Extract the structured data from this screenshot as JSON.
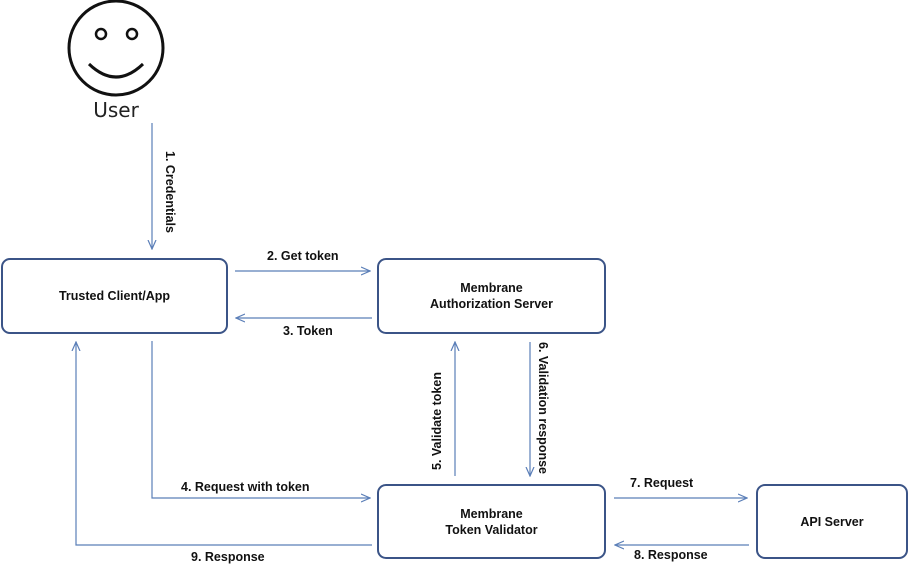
{
  "actor": {
    "label": "User"
  },
  "nodes": {
    "client": {
      "line1": "Trusted Client/App"
    },
    "auth_server": {
      "line1": "Membrane",
      "line2": "Authorization Server"
    },
    "token_validator": {
      "line1": "Membrane",
      "line2": "Token Validator"
    },
    "api_server": {
      "line1": "API Server"
    }
  },
  "edges": {
    "e1": "1. Credentials",
    "e2": "2. Get token",
    "e3": "3. Token",
    "e4": "4. Request with token",
    "e5": "5. Validate token",
    "e6": "6. Validation response",
    "e7": "7. Request",
    "e8": "8. Response",
    "e9": "9. Response"
  },
  "colors": {
    "box_border": "#3b5487",
    "arrow": "#5b7fb8",
    "text": "#111111"
  }
}
